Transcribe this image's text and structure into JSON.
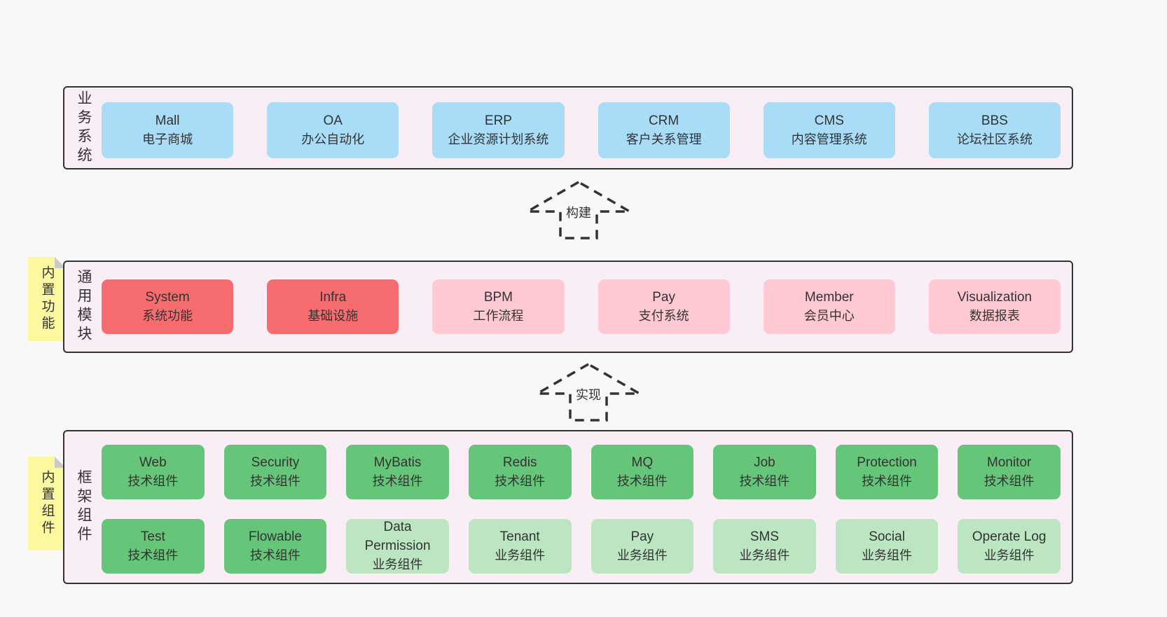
{
  "colors": {
    "page-bg": "#f8f8f8",
    "layer-bg": "#f9edf6",
    "line": "#333333",
    "blue": "#a9dcf7",
    "red": "#f76c6f",
    "pink": "#fec9d2",
    "green": "#65c679",
    "green-light": "#bce5c2",
    "note-bg": "#fbf8a0",
    "fold": "#c9c9c9",
    "text": "#333333"
  },
  "arrows": [
    {
      "label": "构建"
    },
    {
      "label": "实现"
    }
  ],
  "layers": [
    {
      "label": "业务系统",
      "boxes": [
        {
          "title": "Mall",
          "subtitle": "电子商城",
          "variant": "blue"
        },
        {
          "title": "OA",
          "subtitle": "办公自动化",
          "variant": "blue"
        },
        {
          "title": "ERP",
          "subtitle": "企业资源计划系统",
          "variant": "blue"
        },
        {
          "title": "CRM",
          "subtitle": "客户关系管理",
          "variant": "blue"
        },
        {
          "title": "CMS",
          "subtitle": "内容管理系统",
          "variant": "blue"
        },
        {
          "title": "BBS",
          "subtitle": "论坛社区系统",
          "variant": "blue"
        }
      ]
    },
    {
      "label": "通用模块",
      "note": "内置功能",
      "boxes": [
        {
          "title": "System",
          "subtitle": "系统功能",
          "variant": "red"
        },
        {
          "title": "Infra",
          "subtitle": "基础设施",
          "variant": "red"
        },
        {
          "title": "BPM",
          "subtitle": "工作流程",
          "variant": "pink"
        },
        {
          "title": "Pay",
          "subtitle": "支付系统",
          "variant": "pink"
        },
        {
          "title": "Member",
          "subtitle": "会员中心",
          "variant": "pink"
        },
        {
          "title": "Visualization",
          "subtitle": "数据报表",
          "variant": "pink"
        }
      ]
    },
    {
      "label": "框架组件",
      "note": "内置组件",
      "rows": [
        {
          "boxes": [
            {
              "title": "Web",
              "subtitle": "技术组件",
              "variant": "green"
            },
            {
              "title": "Security",
              "subtitle": "技术组件",
              "variant": "green"
            },
            {
              "title": "MyBatis",
              "subtitle": "技术组件",
              "variant": "green"
            },
            {
              "title": "Redis",
              "subtitle": "技术组件",
              "variant": "green"
            },
            {
              "title": "MQ",
              "subtitle": "技术组件",
              "variant": "green"
            },
            {
              "title": "Job",
              "subtitle": "技术组件",
              "variant": "green"
            },
            {
              "title": "Protection",
              "subtitle": "技术组件",
              "variant": "green"
            },
            {
              "title": "Monitor",
              "subtitle": "技术组件",
              "variant": "green"
            }
          ]
        },
        {
          "boxes": [
            {
              "title": "Test",
              "subtitle": "技术组件",
              "variant": "green"
            },
            {
              "title": "Flowable",
              "subtitle": "技术组件",
              "variant": "green"
            },
            {
              "title": "Data Permission",
              "subtitle": "业务组件",
              "variant": "green-light"
            },
            {
              "title": "Tenant",
              "subtitle": "业务组件",
              "variant": "green-light"
            },
            {
              "title": "Pay",
              "subtitle": "业务组件",
              "variant": "green-light"
            },
            {
              "title": "SMS",
              "subtitle": "业务组件",
              "variant": "green-light"
            },
            {
              "title": "Social",
              "subtitle": "业务组件",
              "variant": "green-light"
            },
            {
              "title": "Operate Log",
              "subtitle": "业务组件",
              "variant": "green-light"
            }
          ]
        }
      ]
    }
  ]
}
